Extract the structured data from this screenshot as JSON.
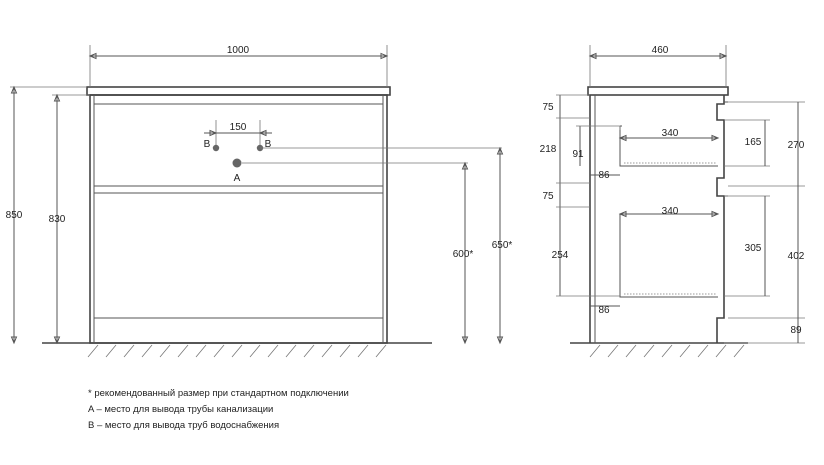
{
  "front_view": {
    "width": "1000",
    "total_height": "850",
    "body_height": "830",
    "pipe_spacing": "150",
    "inlet_left": "B",
    "inlet_right": "B",
    "drain": "A",
    "drain_height": "600*",
    "inlet_height": "650*"
  },
  "side_view": {
    "depth": "460",
    "top_rail": "75",
    "upper_front": "218",
    "upper_drawer_gap": "91",
    "upper_drawer_depth": "340",
    "upper_drawer_height": "165",
    "upper_section": "270",
    "upper_setback": "86",
    "mid_rail": "75",
    "lower_drawer_depth": "340",
    "lower_front": "254",
    "lower_drawer_height": "305",
    "lower_section": "402",
    "lower_setback": "86",
    "plinth": "89"
  },
  "notes": [
    "* рекомендованный размер при стандартном подключении",
    "A – место для вывода трубы канализации",
    "B – место для вывода труб водоснабжения"
  ],
  "colors": {
    "line": "#555555",
    "text": "#222222",
    "pipe_marker": "#666666"
  }
}
